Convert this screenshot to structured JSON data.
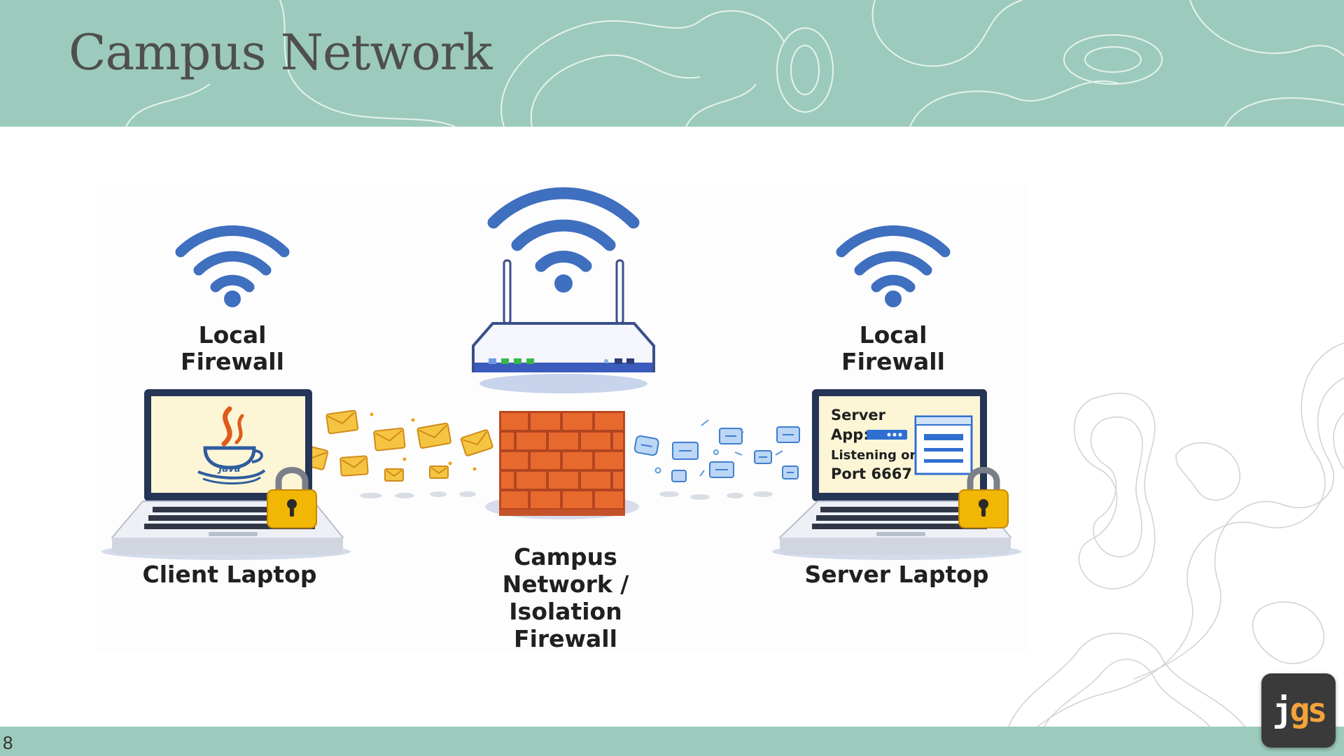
{
  "slide": {
    "title": "Campus Network",
    "page_number": "8"
  },
  "logo": {
    "j": "j",
    "gs": "gs"
  },
  "diagram": {
    "client": {
      "firewall_label_line1": "Local",
      "firewall_label_line2": "Firewall",
      "laptop_label": "Client Laptop",
      "screen_logo_text": "Java"
    },
    "server": {
      "firewall_label_line1": "Local",
      "firewall_label_line2": "Firewall",
      "laptop_label": "Server Laptop",
      "screen_line1": "Server",
      "screen_line2": "App:",
      "screen_line3": "Listening or",
      "screen_line4": "Port 6667"
    },
    "campus": {
      "label_line1": "Campus",
      "label_line2": "Network /",
      "label_line3": "Isolation",
      "label_line4": "Firewall"
    },
    "colors": {
      "wifi": "#3f6fbf",
      "brick": "#e8692e",
      "envelope": "#f5c542",
      "lock": "#f2b705",
      "teal_band": "#9ccbbd"
    },
    "icons": [
      "wifi-icon",
      "router-icon",
      "brick-firewall-icon",
      "laptop-icon",
      "padlock-icon",
      "envelope-icon",
      "java-logo-icon"
    ]
  }
}
